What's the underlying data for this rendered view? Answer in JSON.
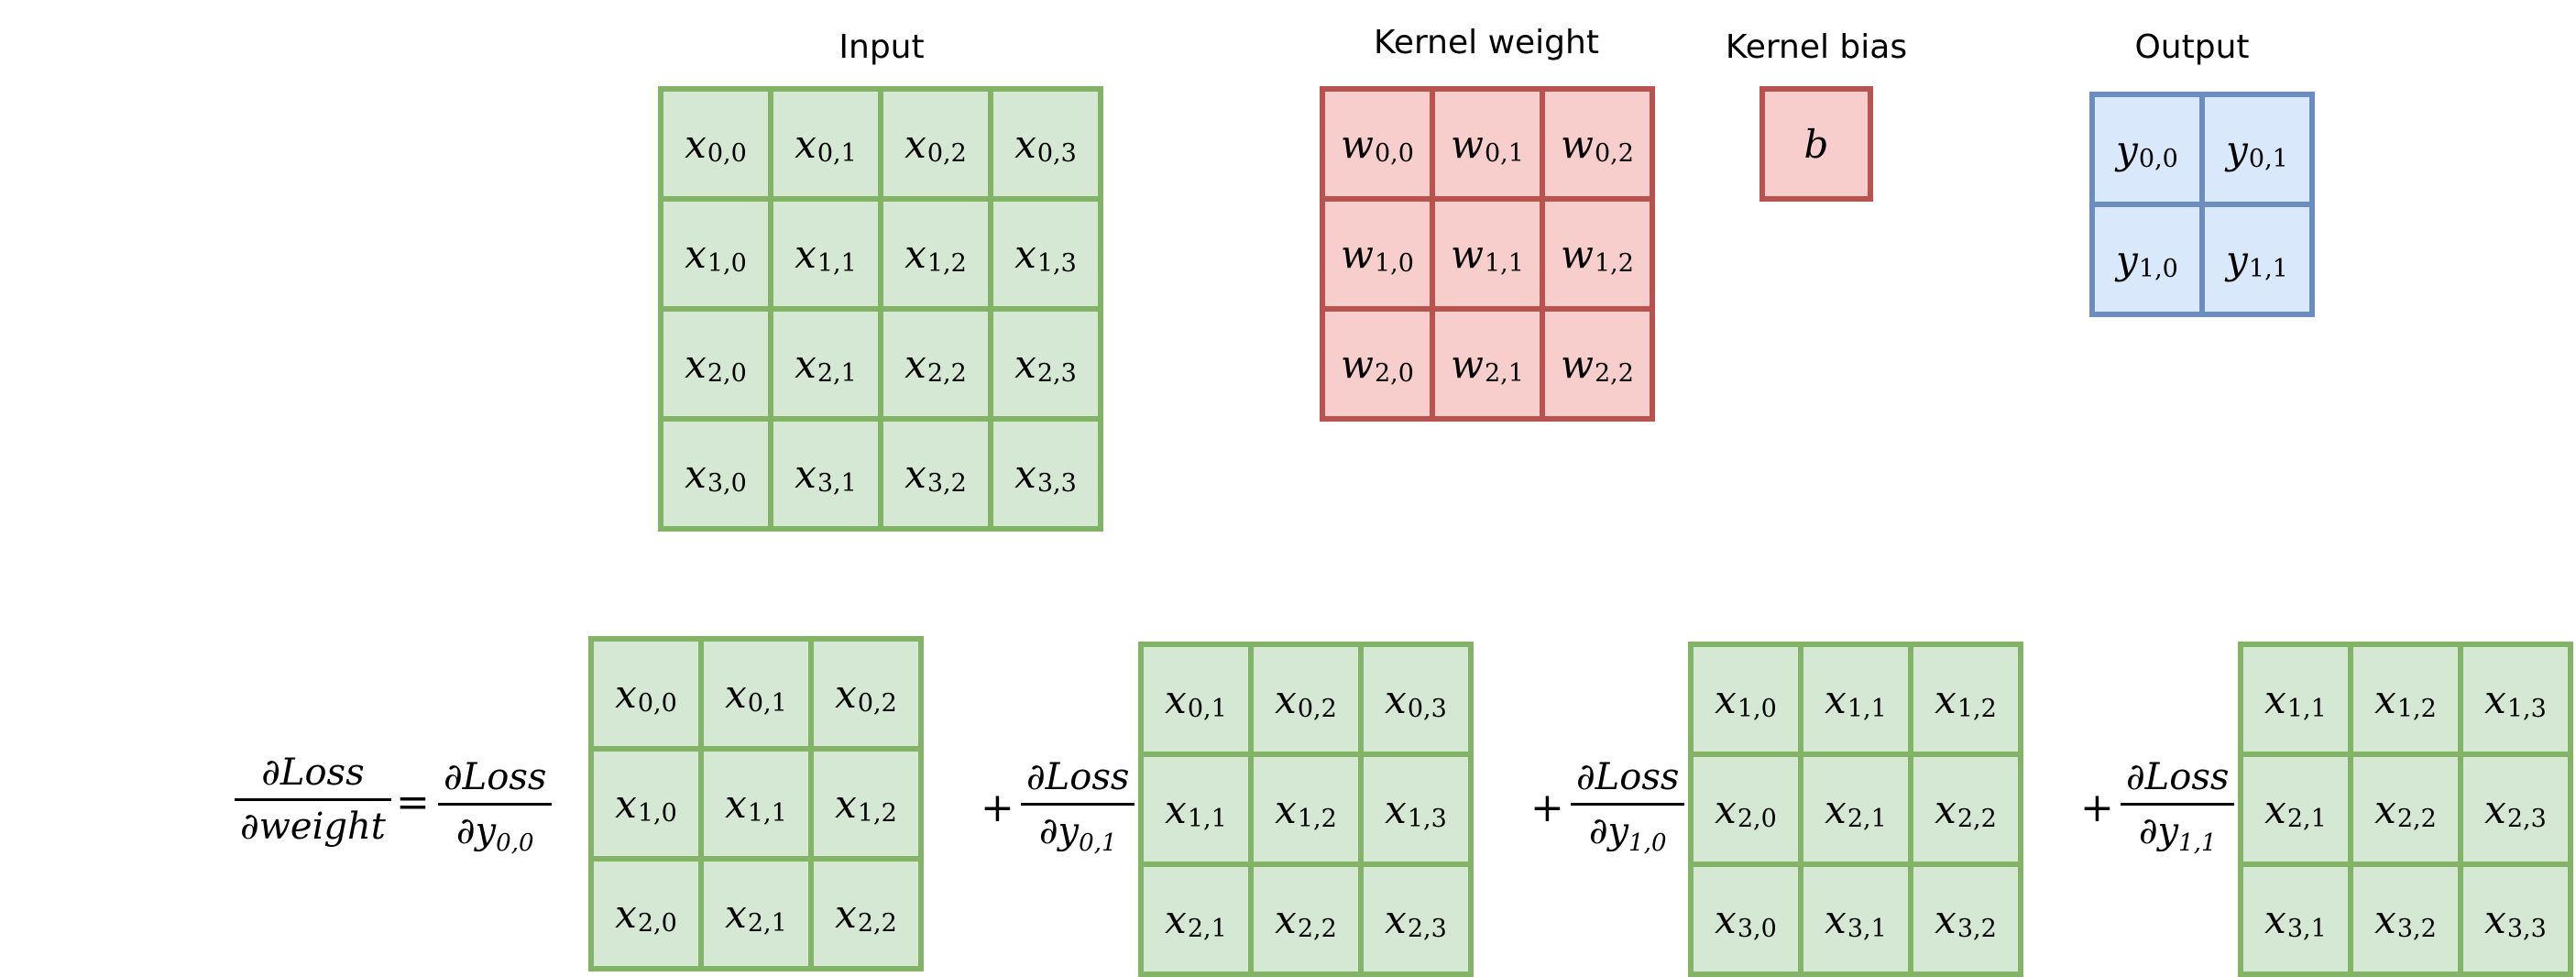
{
  "titles": {
    "input": "Input",
    "kernel_weight": "Kernel weight",
    "kernel_bias": "Kernel bias",
    "output": "Output"
  },
  "colors": {
    "green_fill": "#d5e8d4",
    "green_border": "#82b366",
    "red_fill": "#f8cecc",
    "red_border": "#b85450",
    "blue_fill": "#dae8fc",
    "blue_border": "#6c8ebf"
  },
  "input": [
    [
      [
        "x",
        "0,0"
      ],
      [
        "x",
        "0,1"
      ],
      [
        "x",
        "0,2"
      ],
      [
        "x",
        "0,3"
      ]
    ],
    [
      [
        "x",
        "1,0"
      ],
      [
        "x",
        "1,1"
      ],
      [
        "x",
        "1,2"
      ],
      [
        "x",
        "1,3"
      ]
    ],
    [
      [
        "x",
        "2,0"
      ],
      [
        "x",
        "2,1"
      ],
      [
        "x",
        "2,2"
      ],
      [
        "x",
        "2,3"
      ]
    ],
    [
      [
        "x",
        "3,0"
      ],
      [
        "x",
        "3,1"
      ],
      [
        "x",
        "3,2"
      ],
      [
        "x",
        "3,3"
      ]
    ]
  ],
  "kernel_weight": [
    [
      [
        "w",
        "0,0"
      ],
      [
        "w",
        "0,1"
      ],
      [
        "w",
        "0,2"
      ]
    ],
    [
      [
        "w",
        "1,0"
      ],
      [
        "w",
        "1,1"
      ],
      [
        "w",
        "1,2"
      ]
    ],
    [
      [
        "w",
        "2,0"
      ],
      [
        "w",
        "2,1"
      ],
      [
        "w",
        "2,2"
      ]
    ]
  ],
  "kernel_bias": [
    [
      [
        "b",
        ""
      ]
    ]
  ],
  "output": [
    [
      [
        "y",
        "0,0"
      ],
      [
        "y",
        "0,1"
      ]
    ],
    [
      [
        "y",
        "1,0"
      ],
      [
        "y",
        "1,1"
      ]
    ]
  ],
  "equation": {
    "lhs": {
      "num": "∂Loss",
      "den": "∂weight"
    },
    "equals": "=",
    "plus": "+",
    "terms": [
      {
        "num": "∂Loss",
        "den_var": "∂y",
        "den_sub": "0,0",
        "patch": [
          [
            [
              "x",
              "0,0"
            ],
            [
              "x",
              "0,1"
            ],
            [
              "x",
              "0,2"
            ]
          ],
          [
            [
              "x",
              "1,0"
            ],
            [
              "x",
              "1,1"
            ],
            [
              "x",
              "1,2"
            ]
          ],
          [
            [
              "x",
              "2,0"
            ],
            [
              "x",
              "2,1"
            ],
            [
              "x",
              "2,2"
            ]
          ]
        ]
      },
      {
        "num": "∂Loss",
        "den_var": "∂y",
        "den_sub": "0,1",
        "patch": [
          [
            [
              "x",
              "0,1"
            ],
            [
              "x",
              "0,2"
            ],
            [
              "x",
              "0,3"
            ]
          ],
          [
            [
              "x",
              "1,1"
            ],
            [
              "x",
              "1,2"
            ],
            [
              "x",
              "1,3"
            ]
          ],
          [
            [
              "x",
              "2,1"
            ],
            [
              "x",
              "2,2"
            ],
            [
              "x",
              "2,3"
            ]
          ]
        ]
      },
      {
        "num": "∂Loss",
        "den_var": "∂y",
        "den_sub": "1,0",
        "patch": [
          [
            [
              "x",
              "1,0"
            ],
            [
              "x",
              "1,1"
            ],
            [
              "x",
              "1,2"
            ]
          ],
          [
            [
              "x",
              "2,0"
            ],
            [
              "x",
              "2,1"
            ],
            [
              "x",
              "2,2"
            ]
          ],
          [
            [
              "x",
              "3,0"
            ],
            [
              "x",
              "3,1"
            ],
            [
              "x",
              "3,2"
            ]
          ]
        ]
      },
      {
        "num": "∂Loss",
        "den_var": "∂y",
        "den_sub": "1,1",
        "patch": [
          [
            [
              "x",
              "1,1"
            ],
            [
              "x",
              "1,2"
            ],
            [
              "x",
              "1,3"
            ]
          ],
          [
            [
              "x",
              "2,1"
            ],
            [
              "x",
              "2,2"
            ],
            [
              "x",
              "2,3"
            ]
          ],
          [
            [
              "x",
              "3,1"
            ],
            [
              "x",
              "3,2"
            ],
            [
              "x",
              "3,3"
            ]
          ]
        ]
      }
    ]
  }
}
